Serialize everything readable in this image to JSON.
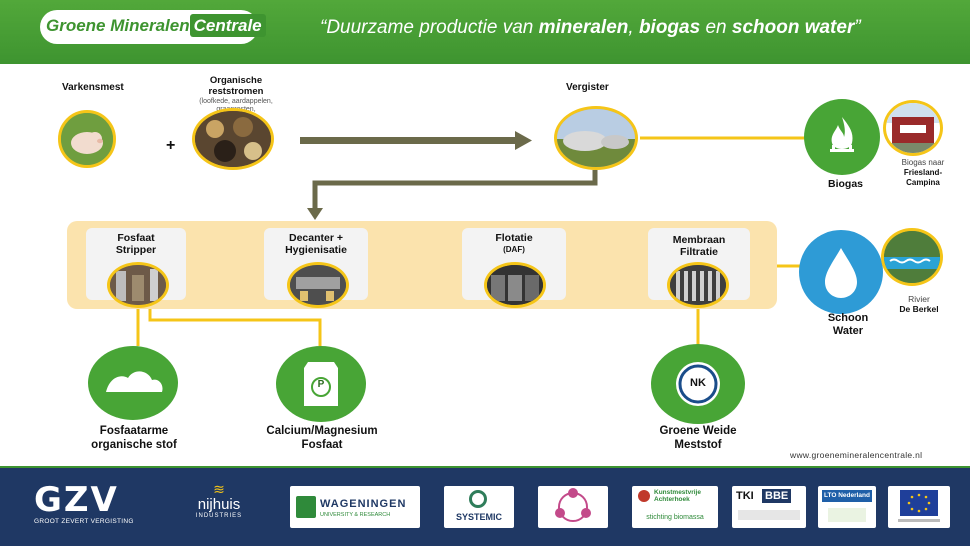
{
  "header": {
    "logo_main": "Groene Mineralen",
    "logo_accent": "Centrale",
    "slogan_pre": "“Duurzame productie van ",
    "slogan_b1": "mineralen",
    "slogan_mid": ", ",
    "slogan_b2": "biogas",
    "slogan_en": " en ",
    "slogan_b3": "schoon water",
    "slogan_post": "”"
  },
  "inputs": {
    "varkensmest": "Varkensmest",
    "organische_1": "Organische",
    "organische_2": "reststromen",
    "organische_sub_1": "(loofkede, aardappelen,",
    "organische_sub_2": "graanresten, zuivelresten)",
    "plus": "+"
  },
  "vergister": "Vergister",
  "biogas": {
    "label": "Biogas",
    "note_1": "Biogas naar",
    "note_2": "Friesland-",
    "note_3": "Campina"
  },
  "steps": {
    "fosfaat_1": "Fosfaat",
    "fosfaat_2": "Stripper",
    "decanter_1": "Decanter +",
    "decanter_2": "Hygienisatie",
    "flotatie_1": "Flotatie",
    "flotatie_2": "(DAF)",
    "membraan_1": "Membraan",
    "membraan_2": "Filtratie"
  },
  "water": {
    "label_1": "Schoon",
    "label_2": "Water",
    "rivier_1": "Rivier",
    "rivier_2": "De Berkel"
  },
  "outputs": {
    "fosfaatarme_1": "Fosfaatarme",
    "fosfaatarme_2": "organische stof",
    "calcium_1": "Calcium/Magnesium",
    "calcium_2": "Fosfaat",
    "p_symbol": "P",
    "nk_symbol": "NK",
    "groene_1": "Groene Weide",
    "groene_2": "Meststof"
  },
  "url": "www.groenemineralencentrale.nl",
  "partners": {
    "gzv": "GZV",
    "gzv_sub": "GROOT ZEVERT VERGISTING",
    "nijhuis": "nijhuis",
    "nijhuis_sub": "INDUSTRIES",
    "wageningen": "WAGENINGEN",
    "wageningen_sub": "UNIVERSITY & RESEARCH",
    "systemic": "SYSTEMIC",
    "kunstmestvrije_1": "Kunstmestvrije",
    "kunstmestvrije_2": "Achterhoek",
    "stichting": "stichting biomassa",
    "tki": "TKI",
    "bbe": "BBE",
    "lto": "LTO Nederland"
  },
  "colors": {
    "green": "#48a536",
    "blue": "#2e9bd6",
    "yellow_line": "#f5c518",
    "arrow": "#6b6a4a",
    "band": "#fbe3ad",
    "footer": "#1f3864"
  }
}
